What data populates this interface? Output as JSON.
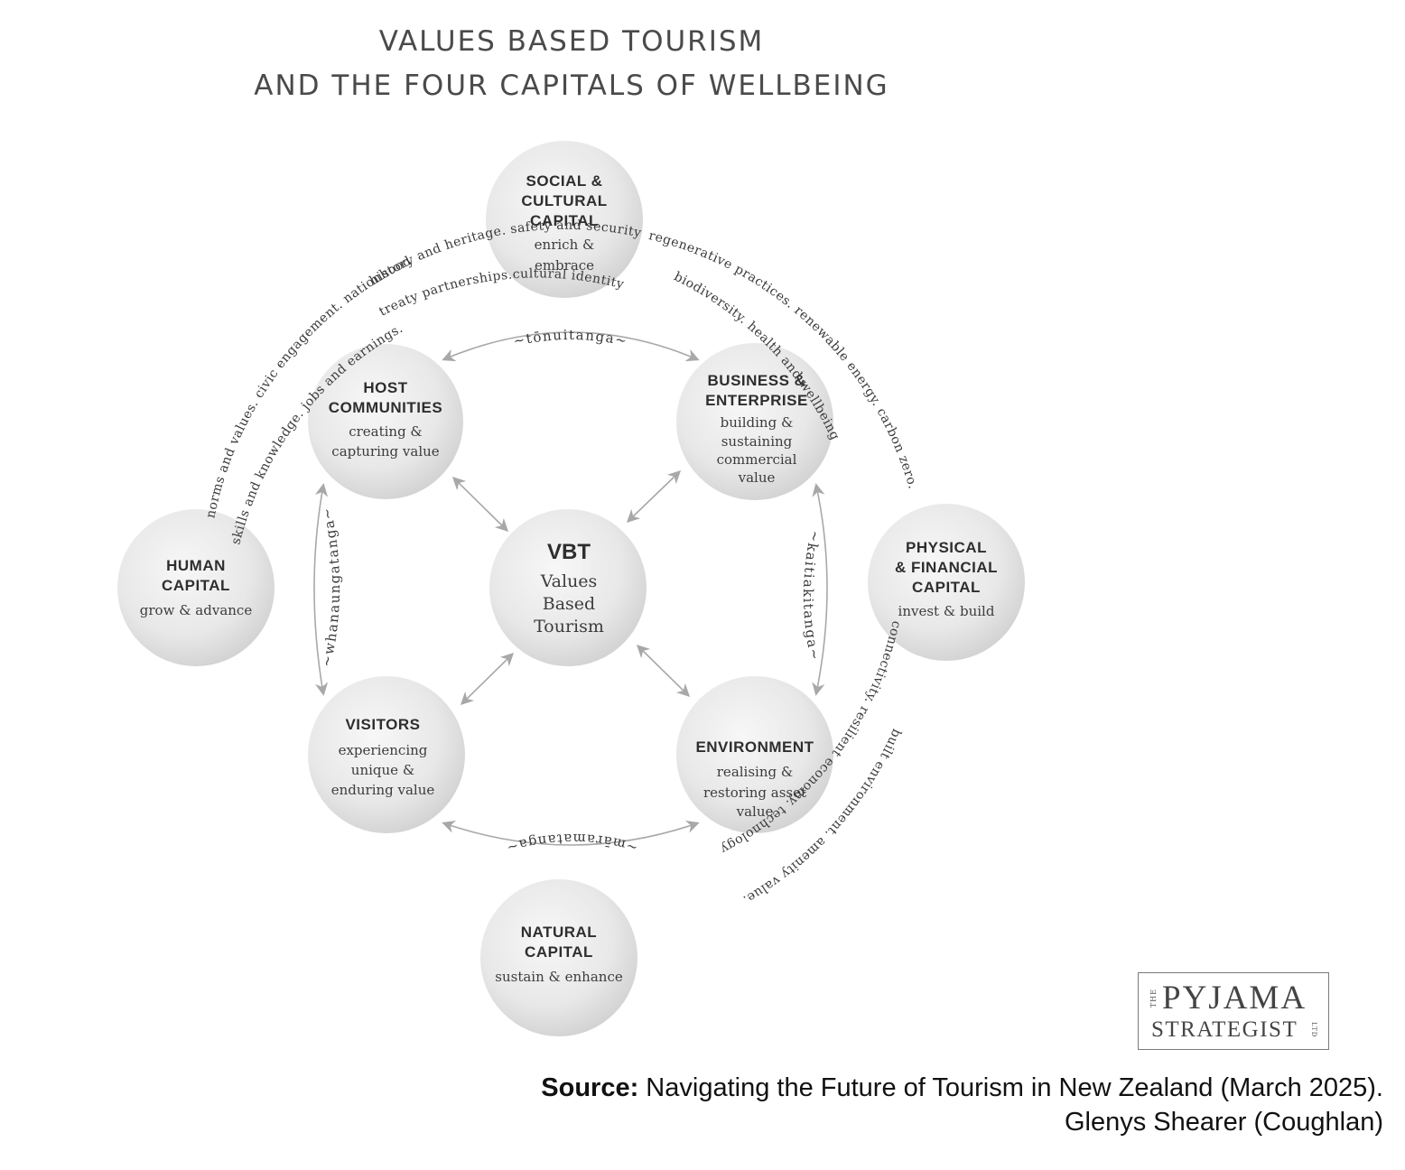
{
  "title": {
    "line1": "VALUES BASED TOURISM",
    "line2": "AND THE FOUR CAPITALS OF WELLBEING"
  },
  "circles": {
    "social": {
      "lines": [
        "SOCIAL &",
        "CULTURAL",
        "CAPITAL"
      ],
      "sub": [
        "enrich &",
        "embrace"
      ]
    },
    "human": {
      "lines": [
        "HUMAN",
        "CAPITAL"
      ],
      "sub": [
        "grow & advance"
      ]
    },
    "physical": {
      "lines": [
        "PHYSICAL",
        "& FINANCIAL",
        "CAPITAL"
      ],
      "sub": [
        "invest & build"
      ]
    },
    "natural": {
      "lines": [
        "NATURAL",
        "CAPITAL"
      ],
      "sub": [
        "sustain & enhance"
      ]
    },
    "host": {
      "lines": [
        "HOST",
        "COMMUNITIES"
      ],
      "sub": [
        "creating &",
        "capturing value"
      ]
    },
    "business": {
      "lines": [
        "BUSINESS &",
        "ENTERPRISE"
      ],
      "sub": [
        "building &",
        "sustaining",
        "commercial",
        "value"
      ]
    },
    "visitors": {
      "lines": [
        "VISITORS"
      ],
      "sub": [
        "experiencing",
        "unique &",
        "enduring value"
      ]
    },
    "environment": {
      "lines": [
        "ENVIRONMENT"
      ],
      "sub": [
        "realising &",
        "restoring asset",
        "value"
      ]
    },
    "vbt": {
      "lines": [
        "VBT"
      ],
      "sub": [
        "Values",
        "Based",
        "Tourism"
      ]
    }
  },
  "connectors": {
    "top": "~tōnuitanga~",
    "left": "~whanaungatanga~",
    "right": "~kaitiakitanga~",
    "bottom": "~māramatanga~"
  },
  "capital_arcs": {
    "upper_left_1": "skills and knowledge. jobs and earnings.",
    "upper_left_2": "norms and values. civic engagement. nationhood",
    "upper_right_1": "treaty partnerships.cultural identity",
    "upper_right_2": "history and heritage. safety and security",
    "lower_left_1": "regenerative practices. renewable energy. carbon zero.",
    "lower_left_2": "biodiversity. health and wellbeing",
    "lower_right_1": "connectivity. resilient economy. technology",
    "lower_right_2": "built environment. amenity value."
  },
  "logo": {
    "the": "THE",
    "word1": "PYJAMA",
    "word2": "STRATEGIST",
    "ltd": "LTD"
  },
  "source": {
    "label": "Source:",
    "text": " Navigating the Future of Tourism in New Zealand (March 2025).",
    "author": "Glenys Shearer (Coughlan)"
  },
  "colors": {
    "circle_light": "#f6f6f6",
    "circle_dark": "#d4d4d4",
    "arrow": "#a8a8a8"
  }
}
